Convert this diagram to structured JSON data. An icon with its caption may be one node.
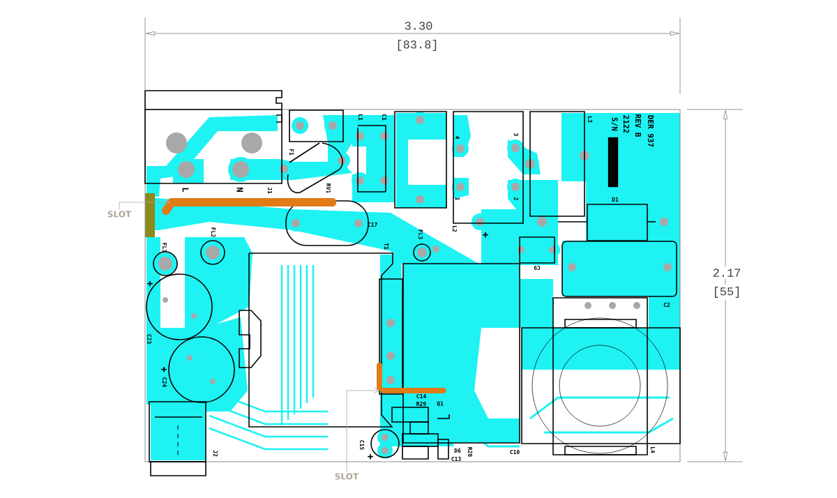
{
  "diagram": {
    "nodes": [
      {
        "text": [
          "SLOT"
        ]
      },
      {
        "text": [],
        "shape": "bar"
      },
      {
        "text": [
          "SLOT"
        ]
      },
      {
        "text": [],
        "shape": "bar"
      }
    ],
    "edges": [
      {
        "from": 0,
        "to": 1,
        "arrow": "to"
      },
      {
        "from": 2,
        "to": 3,
        "arrow": "to"
      }
    ],
    "labels": [
      "3.30",
      "[83.8]",
      "L1",
      "C1",
      "L3",
      "S/N",
      "2122",
      "REV B",
      "DER 937",
      "F1",
      "4",
      "3",
      "RV1",
      "L",
      "N",
      "J1",
      "1",
      "2",
      "D1",
      "C17",
      "L2",
      "+",
      "FL2",
      "FL1",
      "T1",
      "FL3",
      "C9",
      "2.17",
      "[55]",
      "+",
      "C2",
      "C23",
      "+",
      "C24",
      "C14",
      "R29",
      "Q1",
      "+",
      "C15",
      "J2",
      "D6",
      "R28",
      "C13",
      "C10",
      "L4"
    ]
  }
}
